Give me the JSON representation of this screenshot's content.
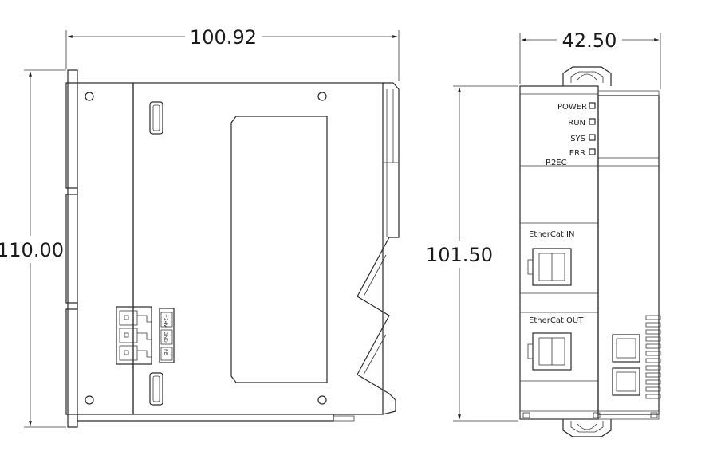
{
  "dimensions": {
    "width_overall": "100.92",
    "height_overall": "110.00",
    "side_width": "42.50",
    "side_height": "101.50"
  },
  "front_labels": {
    "power": "POWER",
    "run": "RUN",
    "sys": "SYS",
    "err": "ERR",
    "r2ec": "R2EC",
    "ethercat_in": "EtherCat IN",
    "ethercat_out": "EtherCat OUT"
  },
  "terminal_labels": {
    "t1": "+24V",
    "t2": "GND",
    "t3": "PE"
  }
}
